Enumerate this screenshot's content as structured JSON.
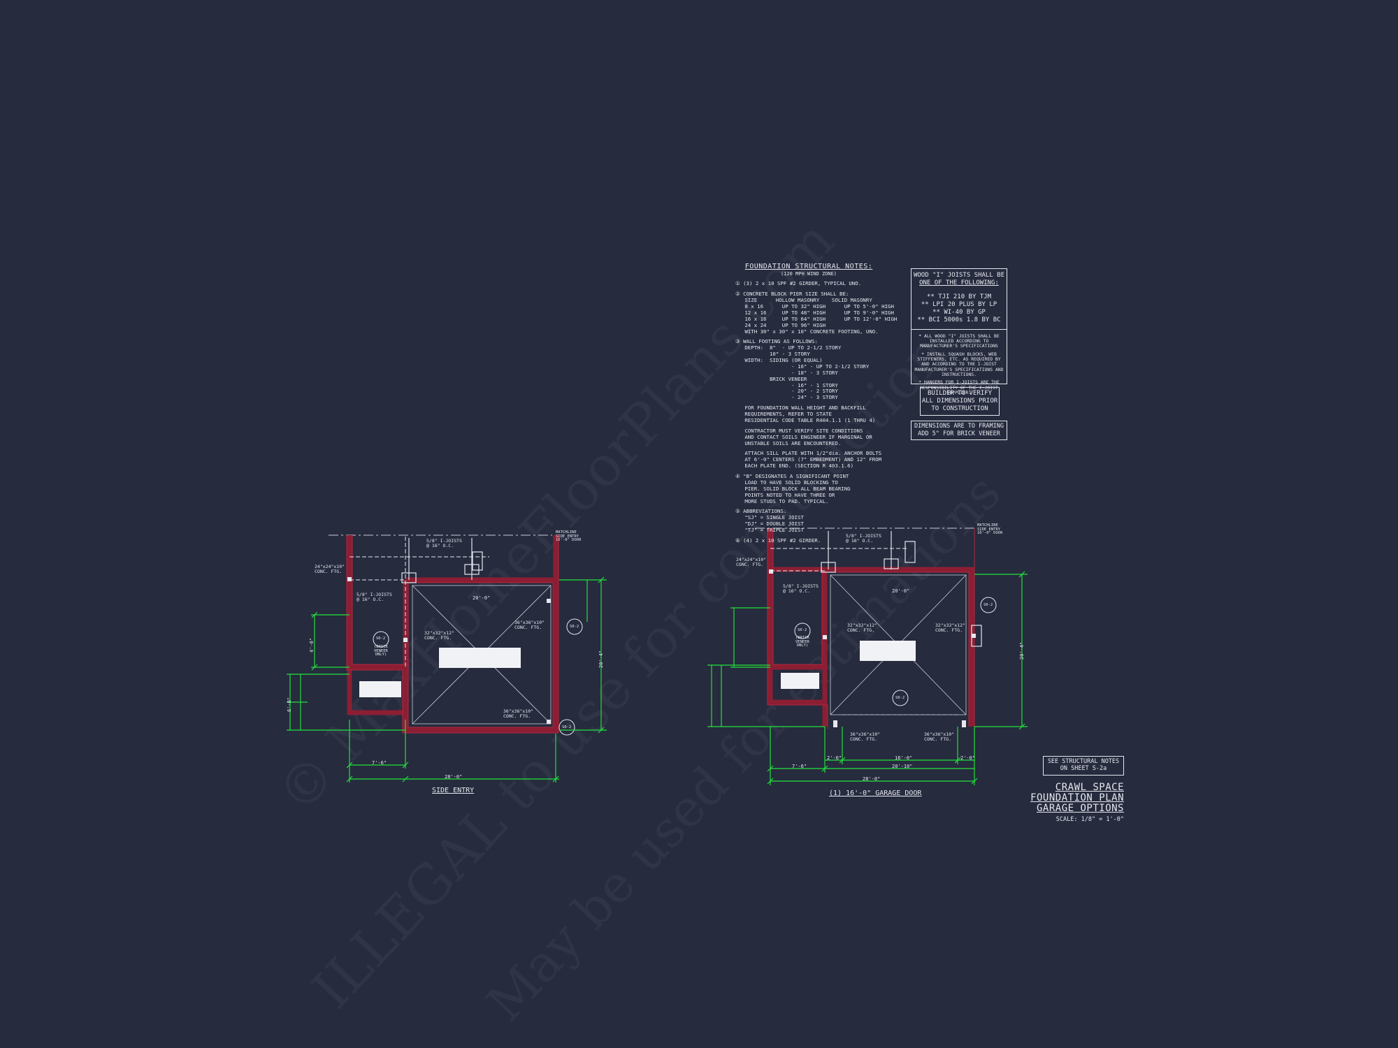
{
  "notes": {
    "title": "FOUNDATION STRUCTURAL NOTES:",
    "subtitle": "(120 MPH WIND ZONE)",
    "items": [
      "① (3) 2 x 10 SPF #2 GIRDER, TYPICAL UNO.",
      "② CONCRETE BLOCK PIER SIZE SHALL BE:\n   SIZE      HOLLOW MASONRY    SOLID MASONRY\n   8 x 16      UP TO 32\" HIGH      UP TO 5'-0\" HIGH\n   12 x 16     UP TO 48\" HIGH      UP TO 9'-0\" HIGH\n   16 x 16     UP TO 64\" HIGH      UP TO 12'-0\" HIGH\n   24 x 24     UP TO 96\" HIGH\n   WITH 30\" x 30\" x 10\" CONCRETE FOOTING, UNO.",
      "③ WALL FOOTING AS FOLLOWS:\n   DEPTH:  8\"  - UP TO 2-1/2 STORY\n           10\" - 3 STORY\n   WIDTH:  SIDING (OR EQUAL)\n                  - 16\" - UP TO 2-1/2 STORY\n                  - 18\" - 3 STORY\n           BRICK VENEER\n                  - 16\" - 1 STORY\n                  - 20\" - 2 STORY\n                  - 24\" - 3 STORY",
      "   FOR FOUNDATION WALL HEIGHT AND BACKFILL\n   REQUIREMENTS, REFER TO STATE\n   RESIDENTIAL CODE TABLE R404.1.1 (1 THRU 4)",
      "   CONTRACTOR MUST VERIFY SITE CONDITIONS\n   AND CONTACT SOILS ENGINEER IF MARGINAL OR\n   UNSTABLE SOILS ARE ENCOUNTERED.",
      "   ATTACH SILL PLATE WITH 1/2\"dia. ANCHOR BOLTS\n   AT 6'-0\" CENTERS (7\" EMBEDMENT) AND 12\" FROM\n   EACH PLATE END. (SECTION R 403.1.6)",
      "④ \"B\" DESIGNATES A SIGNIFICANT POINT\n   LOAD TO HAVE SOLID BLOCKING TO\n   PIER. SOLID BLOCK ALL BEAM BEARING\n   POINTS NOTED TO HAVE THREE OR\n   MORE STUDS TO PAD. TYPICAL.",
      "⑤ ABBREVIATIONS:\n   \"SJ\" = SINGLE JOIST\n   \"DJ\" = DOUBLE JOIST\n   \"TJ\" = TRIPLE JOIST",
      "⑥ (4) 2 x 10 SPF #2 GIRDER."
    ]
  },
  "joist_box": {
    "heading": "WOOD \"I\" JOISTS SHALL BE",
    "heading2": "ONE OF THE FOLLOWING:",
    "options": [
      "** TJI 210 BY TJM",
      "** LPI 20 PLUS BY LP",
      "** WI-40 BY GP",
      "** BCI 5000s 1.8 BY BC"
    ],
    "fine_print": [
      "* ALL WOOD \"I\" JOISTS SHALL BE INSTALLED ACCORDING TO MANUFACTURER'S SPECIFICATIONS",
      "* INSTALL SQUASH BLOCKS, WEB STIFFENERS, ETC. AS REQUIRED BY AND ACCORDING TO THE I-JOIST MANUFACTURER'S SPECIFICATIONS AND INSTRUCTIONS.",
      "* HANGERS FOR I-JOISTS ARE THE RESPONSIBILITY OF THE I-JOIST SUPPLIER."
    ]
  },
  "verify_box": [
    "BUILDER TO VERIFY",
    "ALL DIMENSIONS PRIOR",
    "TO CONSTRUCTION"
  ],
  "dims_box": [
    "DIMENSIONS ARE TO FRAMING",
    "ADD 5\" FOR BRICK VENEER"
  ],
  "see_notes_box": [
    "SEE STRUCTURAL NOTES",
    "ON SHEET S-2a"
  ],
  "title_block": {
    "lines": [
      "CRAWL SPACE",
      "FOUNDATION PLAN",
      "GARAGE OPTIONS"
    ],
    "scale": "SCALE: 1/8\" = 1'-0\""
  },
  "plan_left": {
    "title": "SIDE ENTRY",
    "match_line": "MATCHLINE\nSIDE ENTRY\n16'-0\" DOOR",
    "labels": {
      "footing_24": "24\"x24\"x10\"\nCONC. FTG.",
      "joists_1": "5/8\" I-JOISTS\n@ 16\" O.C.",
      "joists_2": "5/8\" I-JOISTS\n@ 16\" O.C.",
      "span": "20'-0\"",
      "footing_36a": "36\"x36\"x10\"\nCONC. FTG.",
      "footing_32": "32\"x32\"x12\"\nCONC. FTG.",
      "footing_36b": "36\"x36\"x10\"\nCONC. FTG.",
      "brick": "(BRICK\nVENEER\nONLY)",
      "dim_bottom_a": "7'-6\"",
      "dim_bottom_b": "28'-0\"",
      "dim_right": "20'-4\"",
      "dim_left_a": "4'-0\"",
      "dim_left_b": "6'-0\"",
      "tag_a": "S0-2",
      "tag_b": "S0-2",
      "tag_c": "S0-2"
    }
  },
  "plan_right": {
    "title": "(1) 16'-0\" GARAGE DOOR",
    "match_line": "MATCHLINE\nSIDE ENTRY\n16'-0\" DOOR",
    "labels": {
      "footing_24": "24\"x24\"x10\"\nCONC. FTG.",
      "joists_1": "5/8\" I-JOISTS\n@ 16\" O.C.",
      "joists_2": "5/8\" I-JOISTS\n@ 16\" O.C.",
      "span": "20'-0\"",
      "footing_32a": "32\"x32\"x12\"\nCONC. FTG.",
      "footing_32b": "32\"x32\"x12\"\nCONC. FTG.",
      "footing_36a": "36\"x36\"x10\"\nCONC. FTG.",
      "footing_36b": "36\"x36\"x10\"\nCONC. FTG.",
      "brick": "(BRICK\nVENEER\nONLY)",
      "dim_bottom_a": "7'-6\"",
      "dim_bottom_b": "28'-0\"",
      "dim_bottom_c": "20'-10\"",
      "dim_bottom_d": "16'-0\"",
      "dim_bottom_e": "2'-0\"",
      "dim_bottom_f": "2'-0\"",
      "dim_right": "20'-4\"",
      "tag_a": "S0-2",
      "tag_b": "S0-2",
      "tag_c": "S0-2"
    }
  },
  "watermark": {
    "line1": "© MaxHomeFloorPlans.com",
    "line2": "ILLEGAL to use for construction",
    "line3": "May be used for estimations"
  },
  "colors": {
    "background": "#262b3e",
    "ink": "#e6e8ee",
    "dimension": "#22e23a",
    "wall": "#8c1e33",
    "dashed": "#c9ccd6"
  }
}
